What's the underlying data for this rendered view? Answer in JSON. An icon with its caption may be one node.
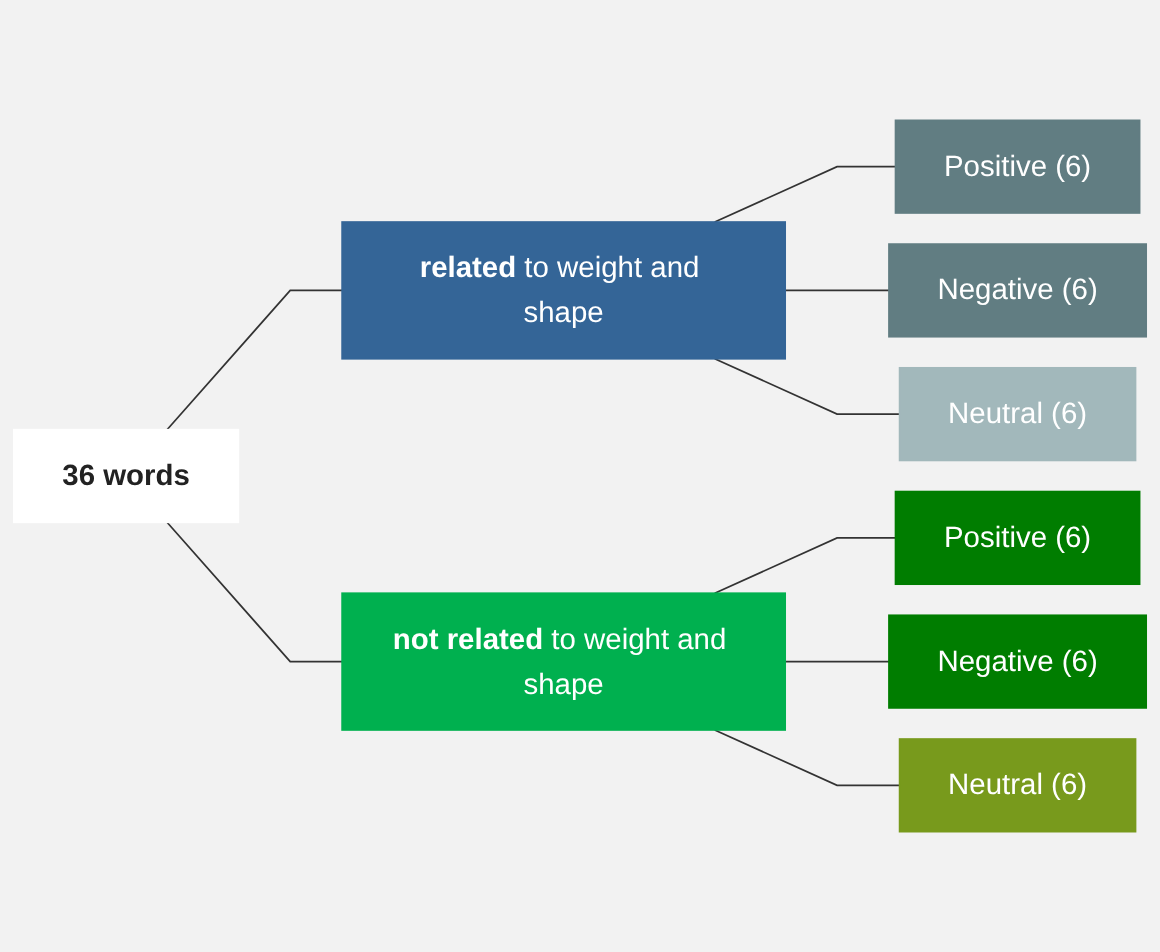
{
  "diagram": {
    "nodes": [
      {
        "text": [
          "36 words"
        ]
      },
      {
        "text": [
          "**related** to weight and shape"
        ]
      },
      {
        "text": [
          "Positive (6)"
        ]
      },
      {
        "text": [
          "Negative (6)"
        ]
      },
      {
        "text": [
          "Neutral (6)"
        ]
      },
      {
        "text": [
          "**not related** to weight and shape"
        ]
      },
      {
        "text": [
          "Positive (6)"
        ]
      },
      {
        "text": [
          "Negative (6)"
        ]
      },
      {
        "text": [
          "Neutral (6)"
        ]
      }
    ],
    "edges": [
      {
        "from": 0,
        "to": 1,
        "arrow": "none"
      },
      {
        "from": 0,
        "to": 5,
        "arrow": "none"
      },
      {
        "from": 1,
        "to": 2,
        "arrow": "none"
      },
      {
        "from": 1,
        "to": 3,
        "arrow": "none"
      },
      {
        "from": 1,
        "to": 4,
        "arrow": "none"
      },
      {
        "from": 5,
        "to": 6,
        "arrow": "none"
      },
      {
        "from": 5,
        "to": 7,
        "arrow": "none"
      },
      {
        "from": 5,
        "to": 8,
        "arrow": "none"
      }
    ]
  }
}
